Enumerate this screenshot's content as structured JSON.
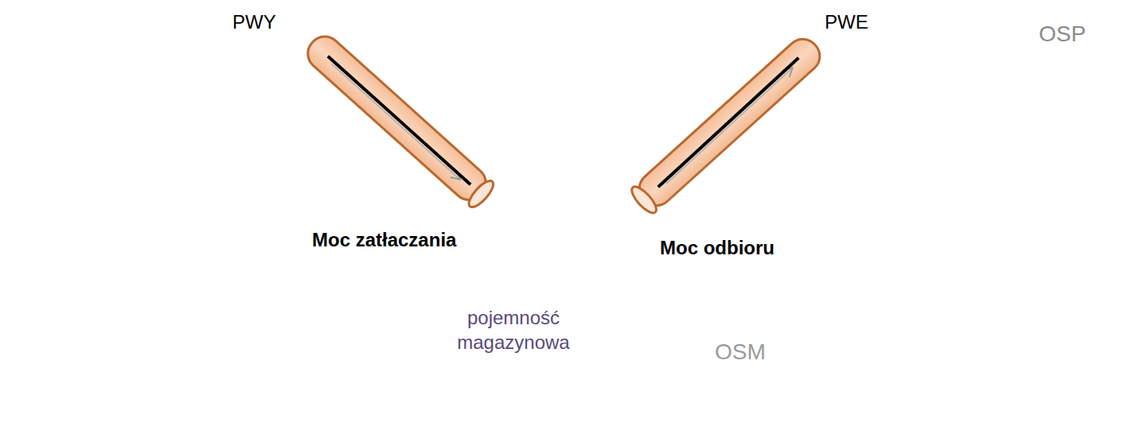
{
  "diagram": {
    "nodes": [
      {
        "text": [
          "OSP"
        ]
      },
      {
        "text": [
          "PWY"
        ],
        "in": 0
      },
      {
        "text": [
          "PWE"
        ],
        "in": 0
      },
      {
        "text": [
          "pojemność magazynowa",
          "OSM"
        ]
      },
      {
        "text": [
          "Moc zatłaczania"
        ],
        "in": 3
      },
      {
        "text": [
          "Moc odbioru"
        ],
        "in": 3
      }
    ],
    "edges": [
      {
        "from": 1,
        "to": 4,
        "arrow": "to"
      },
      {
        "from": 5,
        "to": 2,
        "arrow": "to"
      }
    ]
  }
}
